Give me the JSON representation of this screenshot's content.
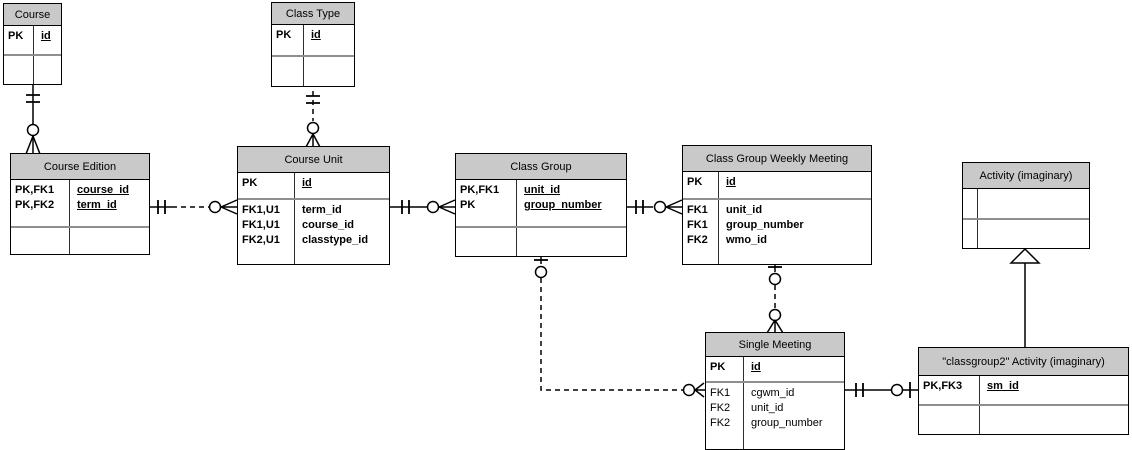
{
  "diagram": {
    "kind": "entity-relationship-diagram",
    "colors": {
      "header_bg": "#c9c9c9",
      "table_border": "#000000",
      "section_divider": "#8f8f8f",
      "line": "#000000",
      "background": "#ffffff"
    }
  },
  "tables": {
    "course": {
      "title": "Course",
      "key_rows": [
        {
          "key": "PK",
          "attr": "id"
        }
      ]
    },
    "class_type": {
      "title": "Class Type",
      "key_rows": [
        {
          "key": "PK",
          "attr": "id"
        }
      ]
    },
    "course_edition": {
      "title": "Course Edition",
      "key_rows": [
        {
          "key": "PK,FK1",
          "attr": "course_id"
        },
        {
          "key": "PK,FK2",
          "attr": "term_id"
        }
      ]
    },
    "course_unit": {
      "title": "Course Unit",
      "key_rows": [
        {
          "key": "PK",
          "attr": "id"
        }
      ],
      "attr_rows": [
        {
          "key": "FK1,U1",
          "attr": "term_id"
        },
        {
          "key": "FK1,U1",
          "attr": "course_id"
        },
        {
          "key": "FK2,U1",
          "attr": "classtype_id"
        }
      ]
    },
    "class_group": {
      "title": "Class Group",
      "key_rows": [
        {
          "key": "PK,FK1",
          "attr": "unit_id"
        },
        {
          "key": "PK",
          "attr": "group_number"
        }
      ]
    },
    "cgwm": {
      "title": "Class Group Weekly Meeting",
      "key_rows": [
        {
          "key": "PK",
          "attr": "id"
        }
      ],
      "attr_rows": [
        {
          "key": "FK1",
          "attr": "unit_id"
        },
        {
          "key": "FK1",
          "attr": "group_number"
        },
        {
          "key": "FK2",
          "attr": "wmo_id"
        }
      ]
    },
    "activity": {
      "title": "Activity (imaginary)"
    },
    "single_meeting": {
      "title": "Single Meeting",
      "key_rows": [
        {
          "key": "PK",
          "attr": "id"
        }
      ],
      "attr_rows": [
        {
          "key": "FK1",
          "attr": "cgwm_id"
        },
        {
          "key": "FK2",
          "attr": "unit_id"
        },
        {
          "key": "FK2",
          "attr": "group_number"
        }
      ]
    },
    "classgroup2": {
      "title": "\"classgroup2\" Activity (imaginary)",
      "key_rows": [
        {
          "key": "PK,FK3",
          "attr": "sm_id"
        }
      ]
    }
  },
  "relationships": [
    {
      "from": "Course",
      "to": "Course Edition",
      "from_cardinality": "exactly-one",
      "to_cardinality": "zero-or-many",
      "line": "solid"
    },
    {
      "from": "Class Type",
      "to": "Course Unit",
      "from_cardinality": "exactly-one",
      "to_cardinality": "zero-or-many",
      "line": "dashed"
    },
    {
      "from": "Course Edition",
      "to": "Course Unit",
      "from_cardinality": "exactly-one",
      "to_cardinality": "zero-or-many",
      "line": "dashed"
    },
    {
      "from": "Course Unit",
      "to": "Class Group",
      "from_cardinality": "exactly-one",
      "to_cardinality": "zero-or-many",
      "line": "solid"
    },
    {
      "from": "Class Group",
      "to": "Class Group Weekly Meeting",
      "from_cardinality": "exactly-one",
      "to_cardinality": "zero-or-many",
      "line": "dashed"
    },
    {
      "from": "Class Group",
      "to": "Single Meeting",
      "from_cardinality": "zero-or-one",
      "to_cardinality": "zero-or-many",
      "line": "dashed"
    },
    {
      "from": "Class Group Weekly Meeting",
      "to": "Single Meeting",
      "from_cardinality": "zero-or-one",
      "to_cardinality": "zero-or-many",
      "line": "dashed"
    },
    {
      "from": "Single Meeting",
      "to": "\"classgroup2\" Activity (imaginary)",
      "from_cardinality": "exactly-one",
      "to_cardinality": "zero-or-one",
      "line": "solid"
    },
    {
      "from": "\"classgroup2\" Activity (imaginary)",
      "to": "Activity (imaginary)",
      "type": "generalization",
      "line": "solid"
    }
  ]
}
